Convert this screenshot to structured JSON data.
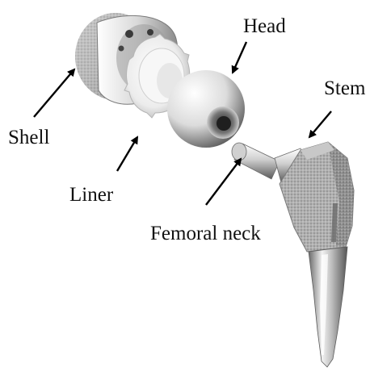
{
  "diagram": {
    "labels": {
      "head": "Head",
      "stem": "Stem",
      "shell": "Shell",
      "liner": "Liner",
      "femoral_neck": "Femoral neck"
    }
  },
  "colors": {
    "background": "#ffffff",
    "text": "#111111",
    "arrow": "#000000",
    "metal_light": "#f2f2f2",
    "metal_mid": "#b9b9b9",
    "metal_dark": "#6f6f6f",
    "porous_coating": "#a6a6a6"
  }
}
